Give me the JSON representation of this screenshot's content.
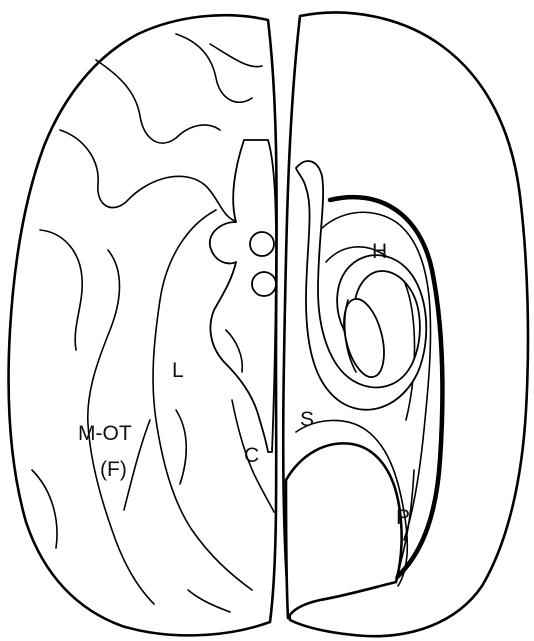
{
  "labels": {
    "h": "H",
    "l": "L",
    "m_ot": "M-OT",
    "f": "(F)",
    "s": "S",
    "c": "C",
    "p": "P"
  },
  "colors": {
    "line": "#000000",
    "background": "#ffffff"
  }
}
